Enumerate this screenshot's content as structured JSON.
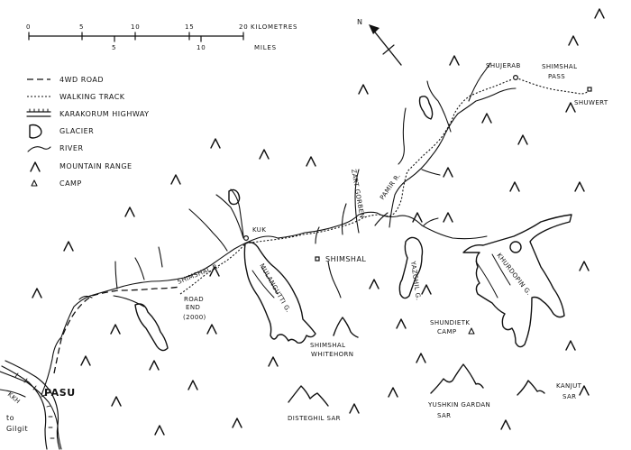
{
  "scale": {
    "km_ticks": [
      "0",
      "5",
      "10",
      "15",
      "20"
    ],
    "km_unit": "KILOMETRES",
    "mile_ticks": [
      "5",
      "10"
    ],
    "mile_unit": "MILES"
  },
  "north_label": "N",
  "legend": {
    "items": [
      {
        "symbol": "4wd-road",
        "label": "4WD ROAD"
      },
      {
        "symbol": "walking-track",
        "label": "WALKING TRACK"
      },
      {
        "symbol": "karakorum-highway",
        "label": "KARAKORUM HIGHWAY"
      },
      {
        "symbol": "glacier",
        "label": "GLACIER"
      },
      {
        "symbol": "river",
        "label": "RIVER"
      },
      {
        "symbol": "mountain-range",
        "label": "MOUNTAIN RANGE"
      },
      {
        "symbol": "camp",
        "label": "CAMP"
      }
    ]
  },
  "places": {
    "shujerab": "SHUJERAB",
    "shimshal_pass": [
      "SHIMSHAL",
      "PASS"
    ],
    "shuwert": "SHUWERT",
    "kuk": "KUK",
    "shimshal": "SHIMSHAL",
    "pasu": "PASU",
    "to_gilgit": [
      "to",
      "Gilgit"
    ],
    "road_end": [
      "ROAD",
      "END",
      "(2000)"
    ],
    "shundietk_camp": [
      "SHUNDIETK",
      "CAMP"
    ],
    "khh": "KKH"
  },
  "rivers": {
    "shimshal_r": "SHIMSHAL R.",
    "zart_gorben": "ZART GORBEN",
    "pamir_r": "PAMIR R."
  },
  "glaciers": {
    "mulangutti": "MULANGUTTI G.",
    "yazghil": "YAZGHIL G.",
    "khurdopin": "KHURDOPIN G."
  },
  "peaks": {
    "shimshal_whitehorn": [
      "SHIMSHAL",
      "WHITEHORN"
    ],
    "disteghil_sar": "DISTEGHIL SAR",
    "yushkin_gardan_sar": [
      "YUSHKIN GARDAN",
      "SAR"
    ],
    "kanjut_sar": [
      "KANJUT",
      "SAR"
    ]
  }
}
